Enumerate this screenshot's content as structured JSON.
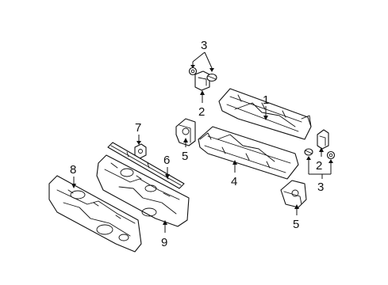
{
  "callouts": {
    "c1": "1",
    "c2_top": "2",
    "c2_right": "2",
    "c3_top": "3",
    "c3_right": "3",
    "c4": "4",
    "c5_left": "5",
    "c5_right": "5",
    "c6": "6",
    "c7": "7",
    "c8": "8",
    "c9": "9"
  },
  "colors": {
    "line": "#111111",
    "background": "#ffffff"
  }
}
